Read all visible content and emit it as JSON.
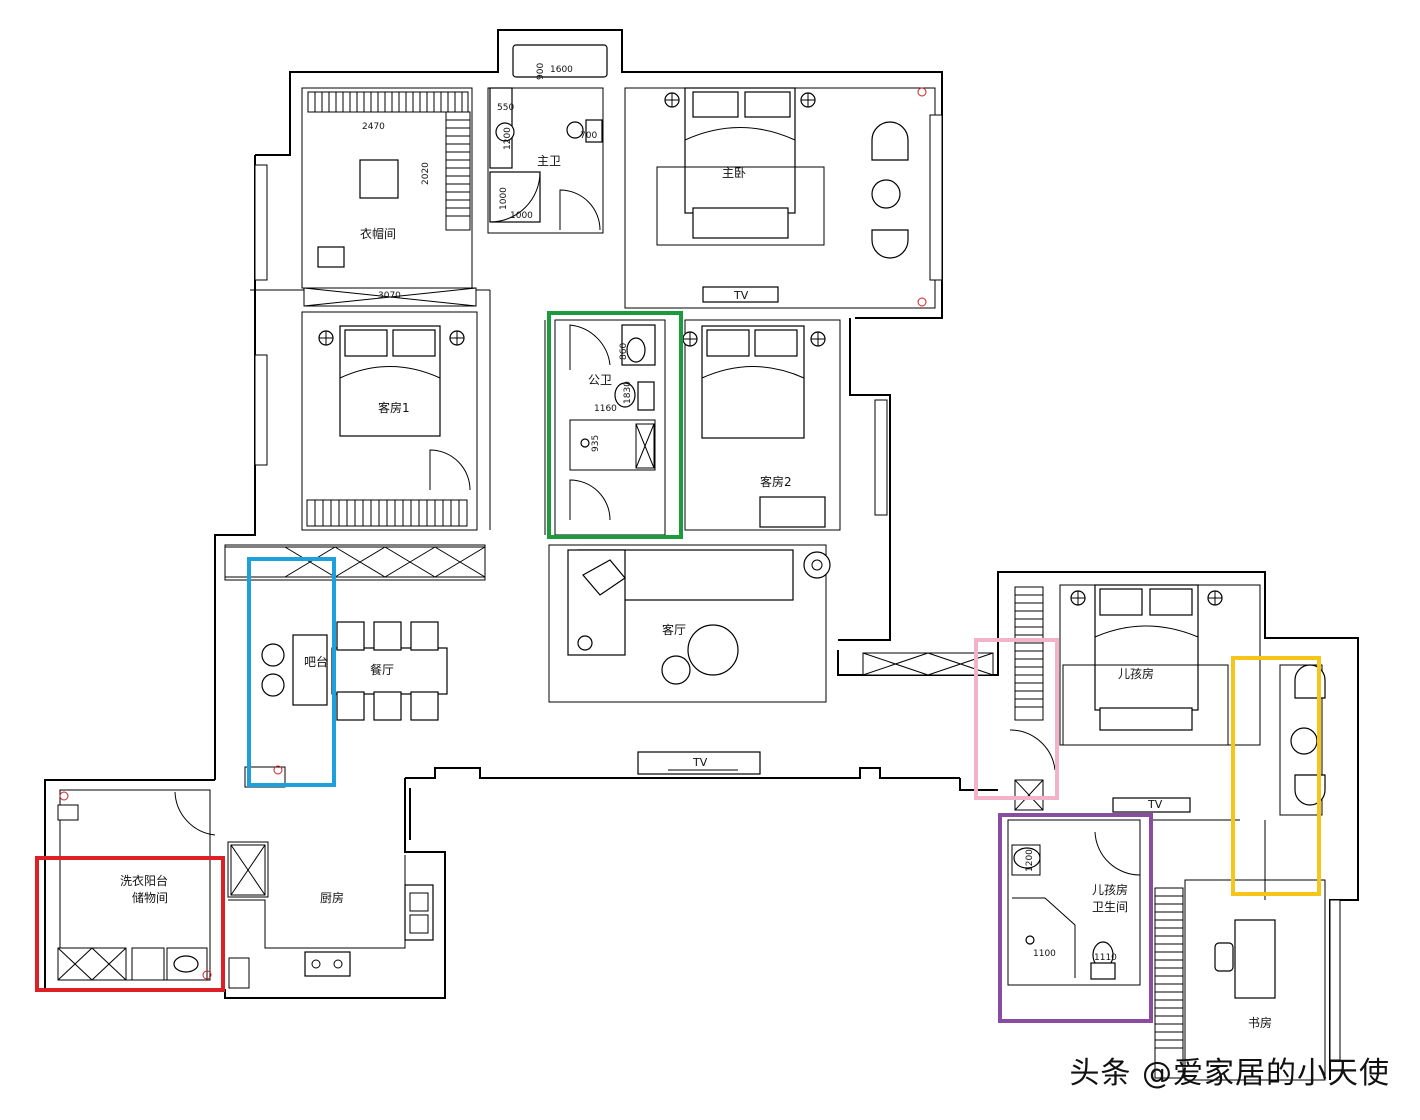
{
  "rooms": {
    "cloakroom": "衣帽间",
    "master_bath": "主卫",
    "master_bed": "主卧",
    "guest1": "客房1",
    "public_bath": "公卫",
    "guest2": "客房2",
    "living": "客厅",
    "dining": "餐厅",
    "bar": "吧台",
    "kitchen": "厨房",
    "laundry_l1": "洗衣阳台",
    "laundry_l2": "储物间",
    "kids": "儿孩房",
    "kids_bath_l1": "儿孩房",
    "kids_bath_l2": "卫生间",
    "study": "书房"
  },
  "dimensions": {
    "d1600": "1600",
    "d900": "900",
    "d550": "550",
    "d1200a": "1200",
    "d700": "700",
    "d2470": "2470",
    "d2020": "2020",
    "d1000a": "1000",
    "d1000b": "1000",
    "d3070": "3070",
    "d860": "860",
    "d1830": "1830",
    "d1160": "1160",
    "d935": "935",
    "d1200b": "1200",
    "d1100": "1100",
    "d1110": "1110"
  },
  "tv": {
    "tv1": "TV",
    "tv2": "TV",
    "tv3": "TV"
  },
  "highlight_colors": {
    "green": "#1a9b3c",
    "blue": "#1ea0dc",
    "red": "#dd1f26",
    "pink": "#f2b3c9",
    "yellow": "#f5c518",
    "purple": "#8a4ca0"
  },
  "watermark": "头条 @爱家居的小天使"
}
